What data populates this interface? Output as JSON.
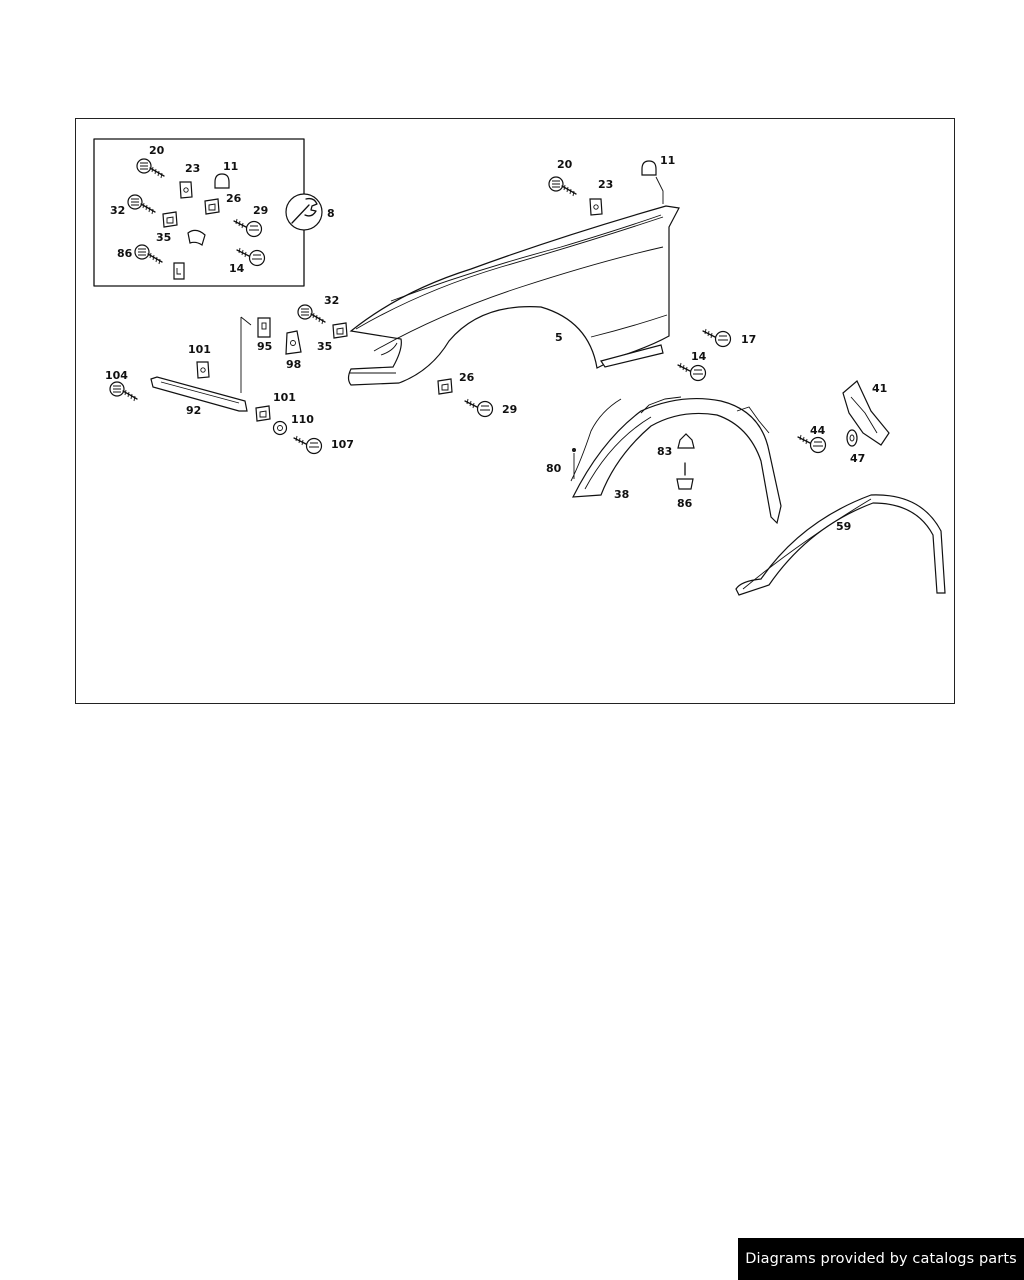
{
  "callouts": {
    "inset_20": "20",
    "inset_23": "23",
    "inset_11": "11",
    "inset_26": "26",
    "inset_32": "32",
    "inset_29": "29",
    "inset_35": "35",
    "inset_86": "86",
    "inset_14": "14",
    "tool_8": "8",
    "p20": "20",
    "p23": "23",
    "p11": "11",
    "p32": "32",
    "p95": "95",
    "p35": "35",
    "p98": "98",
    "p5": "5",
    "p17": "17",
    "p14": "14",
    "p101a": "101",
    "p104": "104",
    "p92": "92",
    "p101b": "101",
    "p110": "110",
    "p107": "107",
    "p26": "26",
    "p29": "29",
    "p41": "41",
    "p83": "83",
    "p44": "44",
    "p47": "47",
    "p80": "80",
    "p38": "38",
    "p86": "86",
    "p59": "59"
  },
  "footer": {
    "text": "Diagrams provided by catalogs parts"
  }
}
